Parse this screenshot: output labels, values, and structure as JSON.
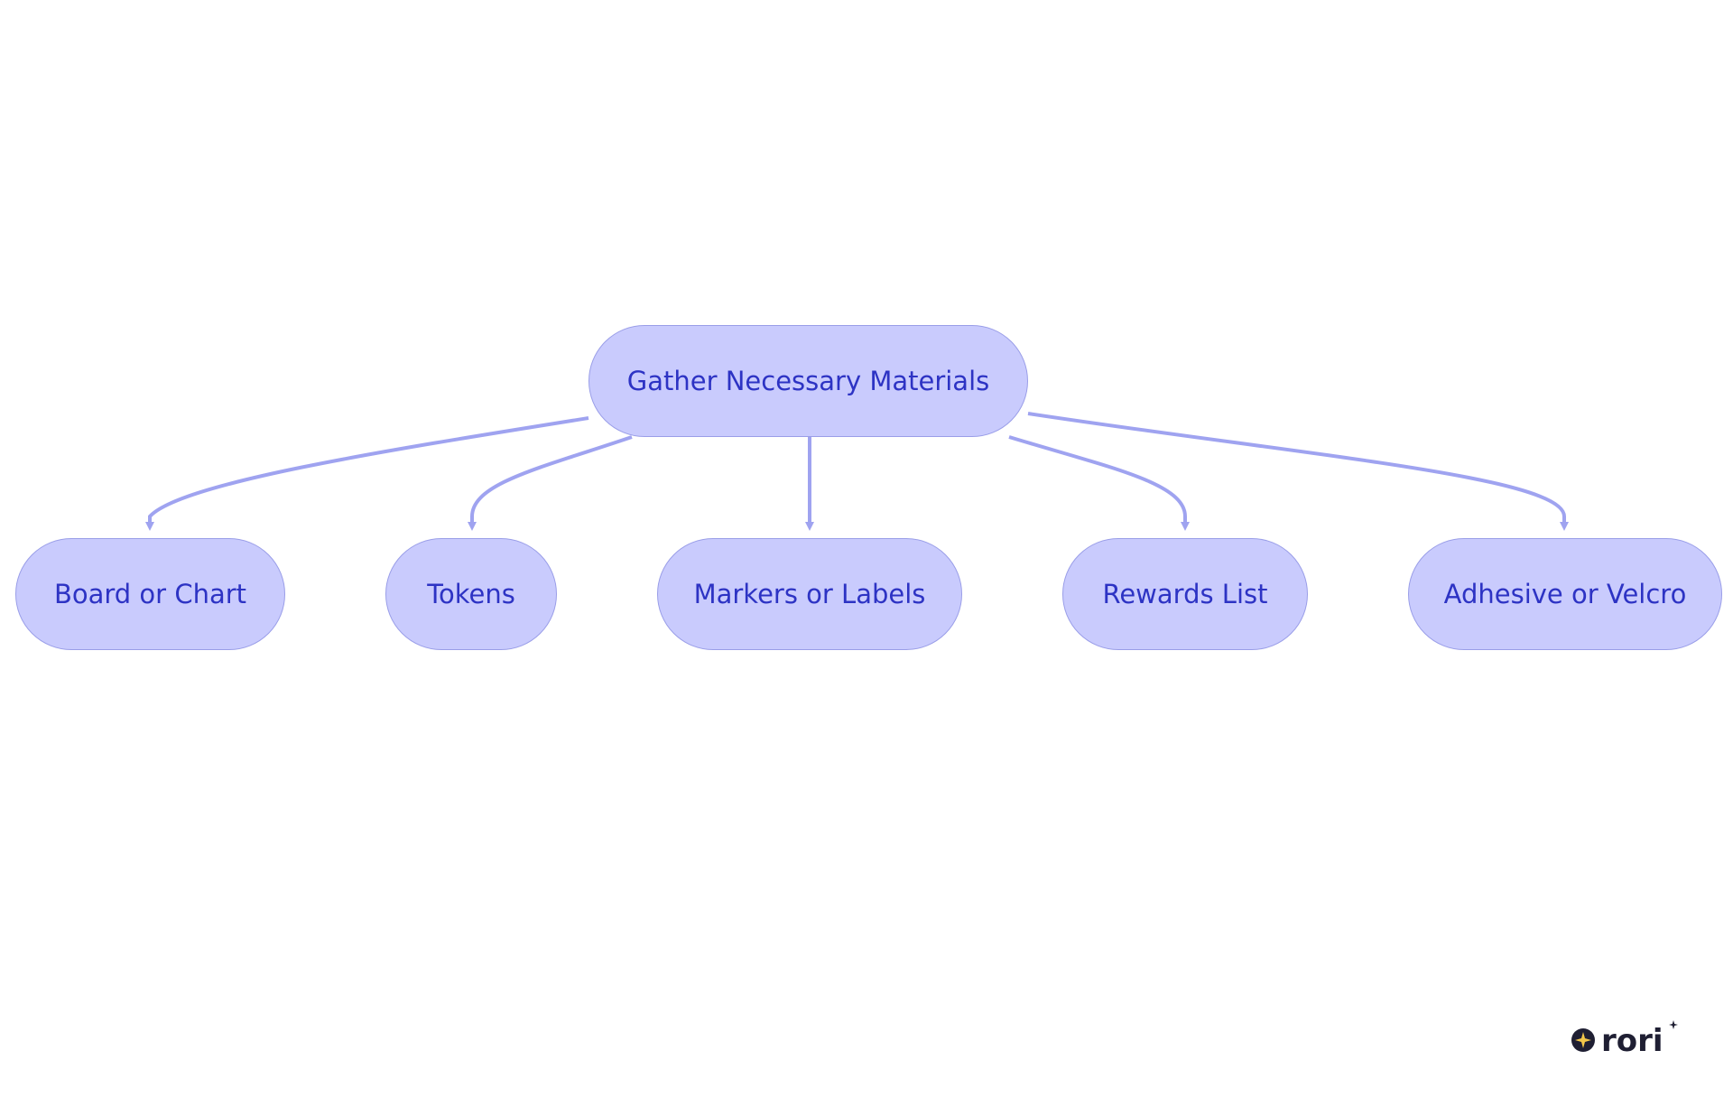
{
  "diagram": {
    "root": {
      "id": "root",
      "label": "Gather Necessary Materials"
    },
    "children": [
      {
        "id": "board",
        "label": "Board or Chart"
      },
      {
        "id": "tokens",
        "label": "Tokens"
      },
      {
        "id": "markers",
        "label": "Markers or Labels"
      },
      {
        "id": "rewards",
        "label": "Rewards List"
      },
      {
        "id": "adhesive",
        "label": "Adhesive or Velcro"
      }
    ],
    "edges": [
      {
        "from": "root",
        "to": "board"
      },
      {
        "from": "root",
        "to": "tokens"
      },
      {
        "from": "root",
        "to": "markers"
      },
      {
        "from": "root",
        "to": "rewards"
      },
      {
        "from": "root",
        "to": "adhesive"
      }
    ],
    "colors": {
      "node_fill": "#c9cbfd",
      "node_border": "#9a9ee8",
      "node_text": "#2d33c4",
      "edge": "#9fa3f0",
      "logo": "#1f1f33",
      "logo_star": "#f3c74a"
    }
  },
  "logo": {
    "name": "rori-logo",
    "text": "rori"
  }
}
